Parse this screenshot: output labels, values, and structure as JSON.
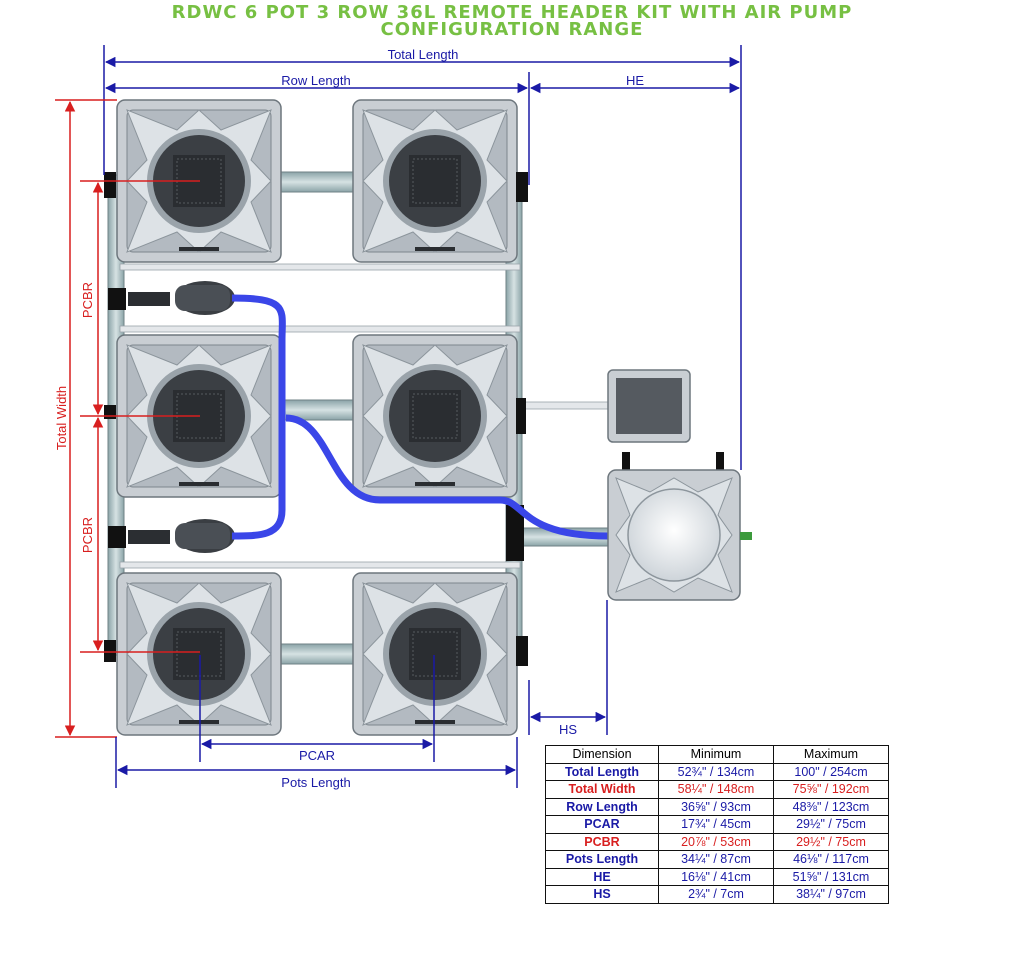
{
  "header": {
    "title_line1": "RDWC 6 POT 3 ROW 36L REMOTE HEADER KIT WITH AIR PUMP",
    "title_line2": "CONFIGURATION RANGE"
  },
  "dimension_labels": {
    "total_length": "Total Length",
    "row_length": "Row Length",
    "he": "HE",
    "total_width": "Total Width",
    "pcbr_top": "PCBR",
    "pcbr_bottom": "PCBR",
    "pcar": "PCAR",
    "pots_length": "Pots Length",
    "hs": "HS"
  },
  "colors": {
    "title_green": "#77c043",
    "dim_blue": "#1a1aa6",
    "dim_red": "#d81f1f",
    "pot_grey": "#c9ced3",
    "hose_blue": "#3a46e8",
    "pipe_grey": "#a9bcbf"
  },
  "table": {
    "headers": [
      "Dimension",
      "Minimum",
      "Maximum"
    ],
    "rows": [
      {
        "name": "Total Length",
        "min": "52¾\" / 134cm",
        "max": "100\" / 254cm",
        "color": "blue"
      },
      {
        "name": "Total Width",
        "min": "58¼\" / 148cm",
        "max": "75⅝\" / 192cm",
        "color": "red"
      },
      {
        "name": "Row Length",
        "min": "36⅝\" / 93cm",
        "max": "48⅜\" / 123cm",
        "color": "blue"
      },
      {
        "name": "PCAR",
        "min": "17¾\" / 45cm",
        "max": "29½\" / 75cm",
        "color": "blue"
      },
      {
        "name": "PCBR",
        "min": "20⅞\" / 53cm",
        "max": "29½\" / 75cm",
        "color": "red"
      },
      {
        "name": "Pots Length",
        "min": "34¼\" / 87cm",
        "max": "46⅛\" / 117cm",
        "color": "blue"
      },
      {
        "name": "HE",
        "min": "16⅛\" / 41cm",
        "max": "51⅝\" / 131cm",
        "color": "blue"
      },
      {
        "name": "HS",
        "min": "2¾\" / 7cm",
        "max": "38¼\" / 97cm",
        "color": "blue"
      }
    ]
  }
}
